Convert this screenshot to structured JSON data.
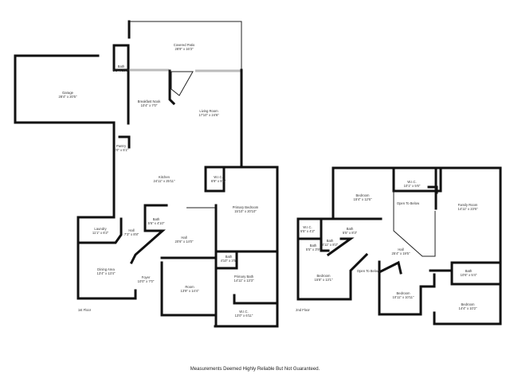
{
  "floor1": {
    "title": "1st Floor",
    "rooms": [
      {
        "name": "Covered Patio",
        "dim": "28'9\" x 16'3\""
      },
      {
        "name": "Bath",
        "dim": "5'1\" x 10'2\""
      },
      {
        "name": "Garage",
        "dim": "28'4\" x 20'5\""
      },
      {
        "name": "Breakfast Nook",
        "dim": "10'4\" x 7'0\""
      },
      {
        "name": "Living Room",
        "dim": "17'10\" x 24'6\""
      },
      {
        "name": "Pantry",
        "dim": "4'0\" x 5'1\""
      },
      {
        "name": "Kitchen",
        "dim": "24'11\" x 25'11\""
      },
      {
        "name": "W.I.C.",
        "dim": "6'9\" x 5'6\""
      },
      {
        "name": "Primary Bedroom",
        "dim": "15'10\" x 20'10\""
      },
      {
        "name": "Laundry",
        "dim": "11'1\" x 6'2\""
      },
      {
        "name": "Hall",
        "dim": "7'3\" x 8'8\""
      },
      {
        "name": "Bath",
        "dim": "5'6\" x 4'10\""
      },
      {
        "name": "Hall",
        "dim": "20'6\" x 14'0\""
      },
      {
        "name": "Dining Area",
        "dim": "13'4\" x 13'4\""
      },
      {
        "name": "Foyer",
        "dim": "10'0\" x 7'0\""
      },
      {
        "name": "Room",
        "dim": "13'9\" x 14'4\""
      },
      {
        "name": "Bath",
        "dim": "4'10\" x 3'5\""
      },
      {
        "name": "Primary Bath",
        "dim": "14'11\" x 13'3\""
      },
      {
        "name": "W.I.C.",
        "dim": "13'0\" x 6'11\""
      }
    ]
  },
  "floor2": {
    "title": "2nd Floor",
    "rooms": [
      {
        "name": "Bedroom",
        "dim": "15'4\" x 12'6\""
      },
      {
        "name": "W.I.C.",
        "dim": "10'1\" x 5'6\""
      },
      {
        "name": "Open To Below",
        "dim": ""
      },
      {
        "name": "Family Room",
        "dim": "14'11\" x 23'6\""
      },
      {
        "name": "W.I.C.",
        "dim": "5'5\" x 4'2\""
      },
      {
        "name": "Bath",
        "dim": "4'11\" x 8'2\""
      },
      {
        "name": "Bath",
        "dim": "5'5\" x 8'3\""
      },
      {
        "name": "Bath",
        "dim": "5'5\" x 3'9\""
      },
      {
        "name": "Hall",
        "dim": "25'4\" x 19'5\""
      },
      {
        "name": "Bedroom",
        "dim": "15'8\" x 13'1\""
      },
      {
        "name": "Open To Below",
        "dim": ""
      },
      {
        "name": "Bath",
        "dim": "10'6\" x 5'4\""
      },
      {
        "name": "Bedroom",
        "dim": "10'11\" x 10'11\""
      },
      {
        "name": "Bedroom",
        "dim": "14'4\" x 10'2\""
      }
    ]
  },
  "footer": "Measurements Deemed Highly Reliable But Not Guaranteed."
}
